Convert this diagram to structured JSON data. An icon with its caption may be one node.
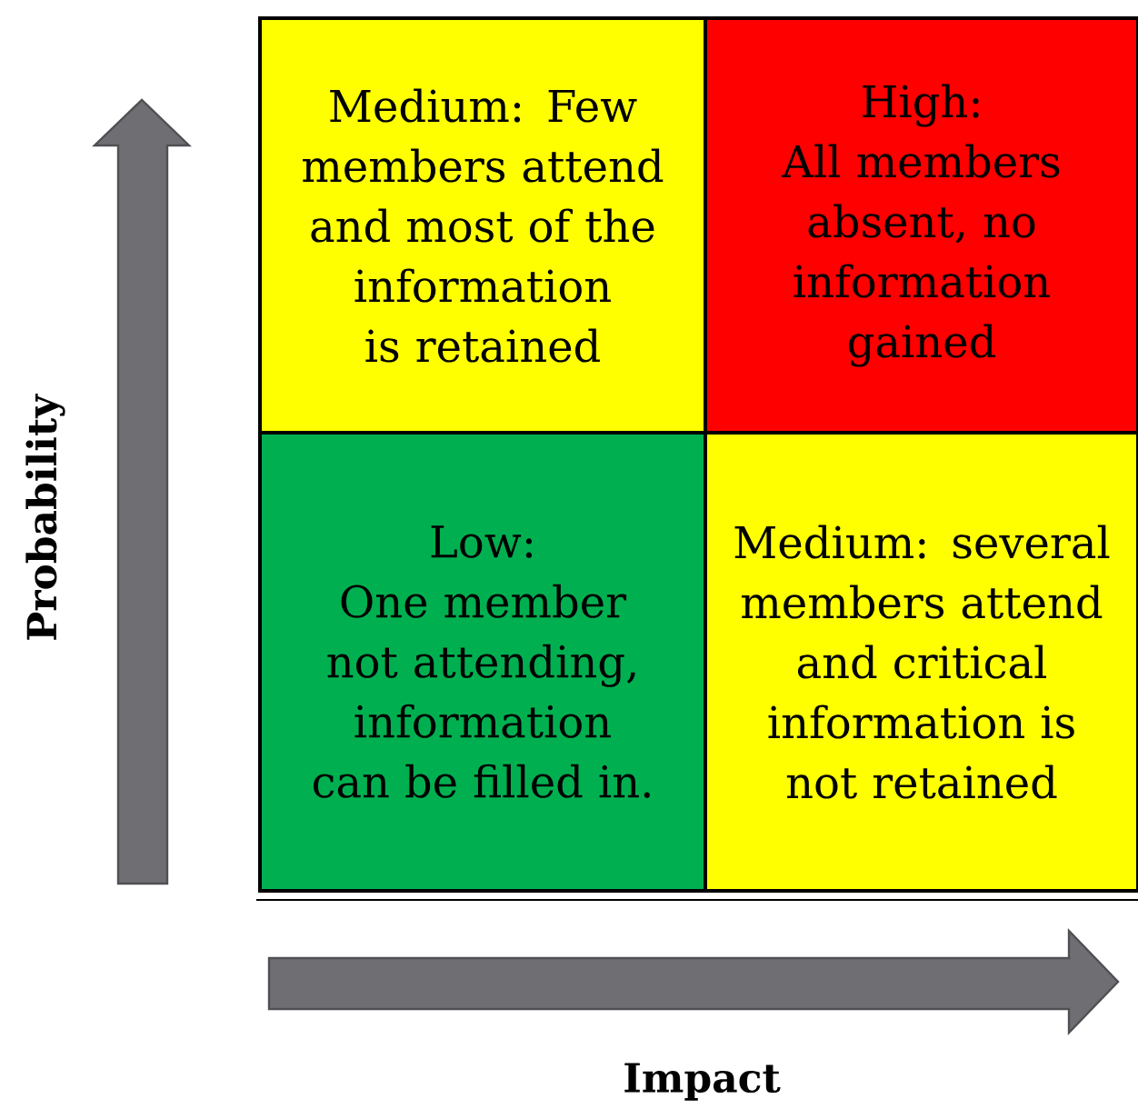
{
  "diagram": {
    "nodes": [
      {
        "text": [
          "Medium: Few members attend and most of the information is retained"
        ]
      },
      {
        "text": [
          "High:",
          "All members absent, no information gained"
        ]
      },
      {
        "text": [
          "Low:",
          "One member not attending, information can be filled in."
        ]
      },
      {
        "text": [
          "Medium: several members attend and critical information is not retained"
        ]
      }
    ],
    "labels": [
      "Probability",
      "Impact"
    ]
  }
}
